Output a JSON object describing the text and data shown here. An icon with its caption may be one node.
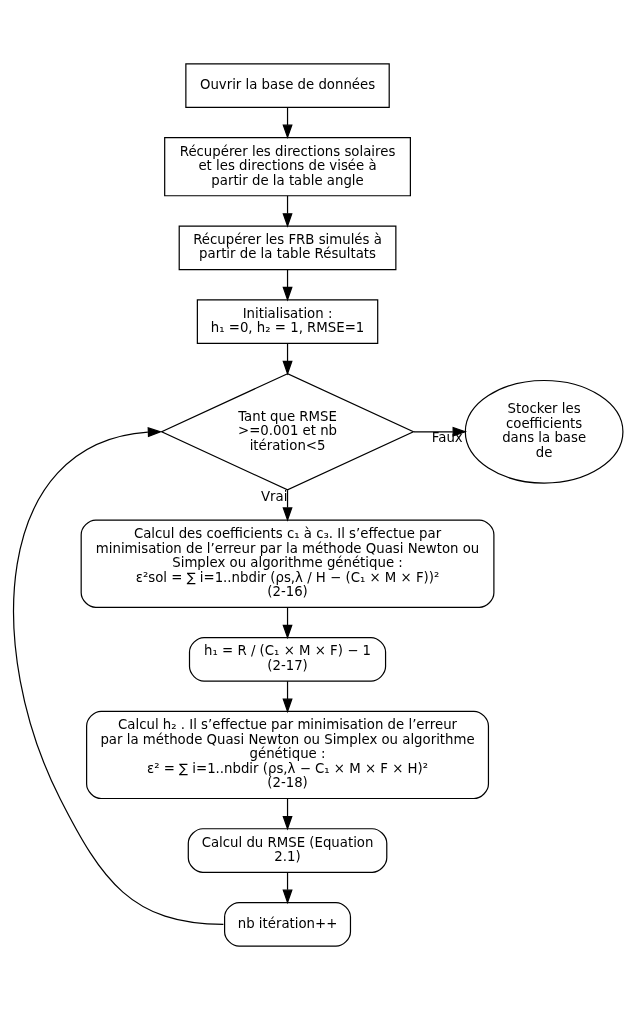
{
  "diagram": {
    "nodes": [
      {
        "text": [
          "Ouvrir la base de données"
        ]
      },
      {
        "text": [
          "Récupérer les directions solaires et les directions de visée à partir de la table angle"
        ]
      },
      {
        "text": [
          "Récupérer les FRB simulés à partir de la table Résultats"
        ]
      },
      {
        "text": [
          "Initialisation :",
          "h₁ =0, h₂ = 1, RMSE=1"
        ]
      },
      {
        "text": [
          "Tant que RMSE >=0.001 et nb itération<5"
        ]
      },
      {
        "text": [
          "Stocker les coefficients dans la base de"
        ]
      },
      {
        "text": [
          "Calcul des coefficients c₁ à c₃. Il s’effectue par minimisation de l’erreur par la méthode Quasi Newton ou Simplex ou algorithme génétique :",
          "ε²sol = ∑ i=1..nbdir (ρs,λ / H − (C₁ × M × F))²",
          "(2-16)"
        ]
      },
      {
        "text": [
          "h₁ = R / (C₁ × M × F) − 1",
          "(2-17)"
        ]
      },
      {
        "text": [
          "Calcul h₂ . Il s’effectue par minimisation de l’erreur par la méthode Quasi Newton ou Simplex ou algorithme génétique :",
          "ε² = ∑ i=1..nbdir (ρs,λ − C₁ × M × F × H)²",
          "(2-18)"
        ]
      },
      {
        "text": [
          "Calcul du RMSE (Equation 2.1)"
        ]
      },
      {
        "text": [
          "nb itération++"
        ]
      }
    ],
    "edges": [
      {
        "from": 0,
        "to": 1,
        "arrow": "to"
      },
      {
        "from": 1,
        "to": 2,
        "arrow": "to"
      },
      {
        "from": 2,
        "to": 3,
        "arrow": "to"
      },
      {
        "from": 3,
        "to": 4,
        "arrow": "to"
      },
      {
        "from": 4,
        "to": 5,
        "arrow": "to",
        "label": "Faux"
      },
      {
        "from": 4,
        "to": 6,
        "arrow": "to",
        "label": "Vrai"
      },
      {
        "from": 6,
        "to": 7,
        "arrow": "to"
      },
      {
        "from": 7,
        "to": 8,
        "arrow": "to"
      },
      {
        "from": 8,
        "to": 9,
        "arrow": "to"
      },
      {
        "from": 9,
        "to": 10,
        "arrow": "to"
      },
      {
        "from": 10,
        "to": 4,
        "arrow": "to"
      }
    ]
  }
}
